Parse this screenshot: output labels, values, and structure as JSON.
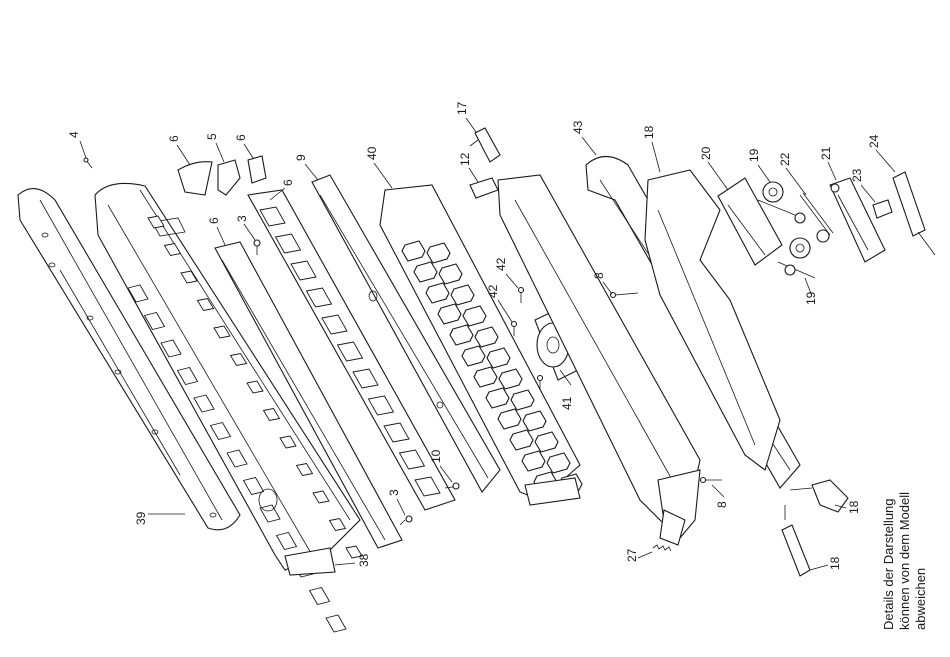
{
  "part_labels": [
    {
      "id": "p4",
      "text": "4"
    },
    {
      "id": "p6a",
      "text": "6"
    },
    {
      "id": "p5",
      "text": "5"
    },
    {
      "id": "p6b",
      "text": "6"
    },
    {
      "id": "p6c",
      "text": "6"
    },
    {
      "id": "p3a",
      "text": "3"
    },
    {
      "id": "p6d",
      "text": "6"
    },
    {
      "id": "p9",
      "text": "9"
    },
    {
      "id": "p40",
      "text": "40"
    },
    {
      "id": "p12",
      "text": "12"
    },
    {
      "id": "p17",
      "text": "17"
    },
    {
      "id": "p42a",
      "text": "42"
    },
    {
      "id": "p42b",
      "text": "42"
    },
    {
      "id": "p8a",
      "text": "8"
    },
    {
      "id": "p43",
      "text": "43"
    },
    {
      "id": "p18a",
      "text": "18"
    },
    {
      "id": "p20",
      "text": "20"
    },
    {
      "id": "p19a",
      "text": "19"
    },
    {
      "id": "p22",
      "text": "22"
    },
    {
      "id": "p21",
      "text": "21"
    },
    {
      "id": "p24",
      "text": "24"
    },
    {
      "id": "p23",
      "text": "23"
    },
    {
      "id": "p19b",
      "text": "19"
    },
    {
      "id": "p41",
      "text": "41"
    },
    {
      "id": "p10",
      "text": "10"
    },
    {
      "id": "p3b",
      "text": "3"
    },
    {
      "id": "p39",
      "text": "39"
    },
    {
      "id": "p38",
      "text": "38"
    },
    {
      "id": "p8b",
      "text": "8"
    },
    {
      "id": "p27",
      "text": "27"
    },
    {
      "id": "p18b",
      "text": "18"
    },
    {
      "id": "p18c",
      "text": "18"
    }
  ],
  "note_lines": [
    "Details der Darstellung",
    "können von dem Modell",
    "abweichen"
  ]
}
